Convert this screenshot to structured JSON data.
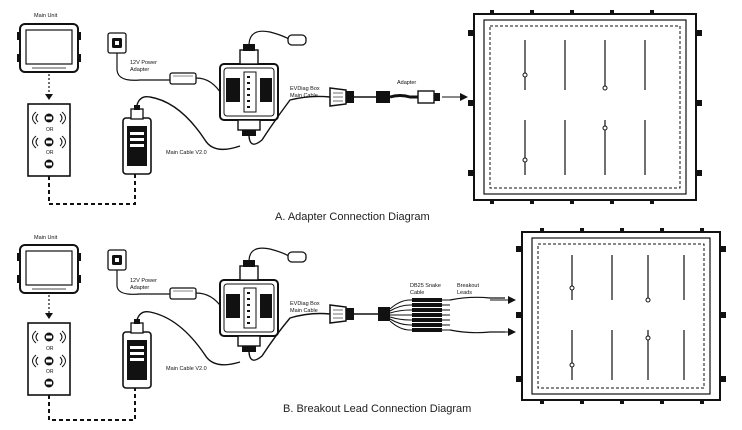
{
  "diagrams": [
    {
      "caption": "A. Adapter Connection Diagram",
      "main_unit_label": "Main Unit",
      "power_label_1": "12V Power",
      "power_label_2": "Adapter",
      "main_cable_label": "Main Cable V2.0",
      "box_cable_label_1": "EVDiag Box",
      "box_cable_label_2": "Main Cable",
      "adapter_label": "Adapter",
      "or_1": "OR",
      "or_2": "OR"
    },
    {
      "caption": "B. Breakout Lead Connection Diagram",
      "main_unit_label": "Main Unit",
      "power_label_1": "12V Power",
      "power_label_2": "Adapter",
      "main_cable_label": "Main Cable V2.0",
      "box_cable_label_1": "EVDiag Box",
      "box_cable_label_2": "Main Cable",
      "snake_label_1": "DB25 Snake",
      "snake_label_2": "Cable",
      "breakout_label_1": "Breakout",
      "breakout_label_2": "Leads",
      "or_1": "OR",
      "or_2": "OR"
    }
  ]
}
